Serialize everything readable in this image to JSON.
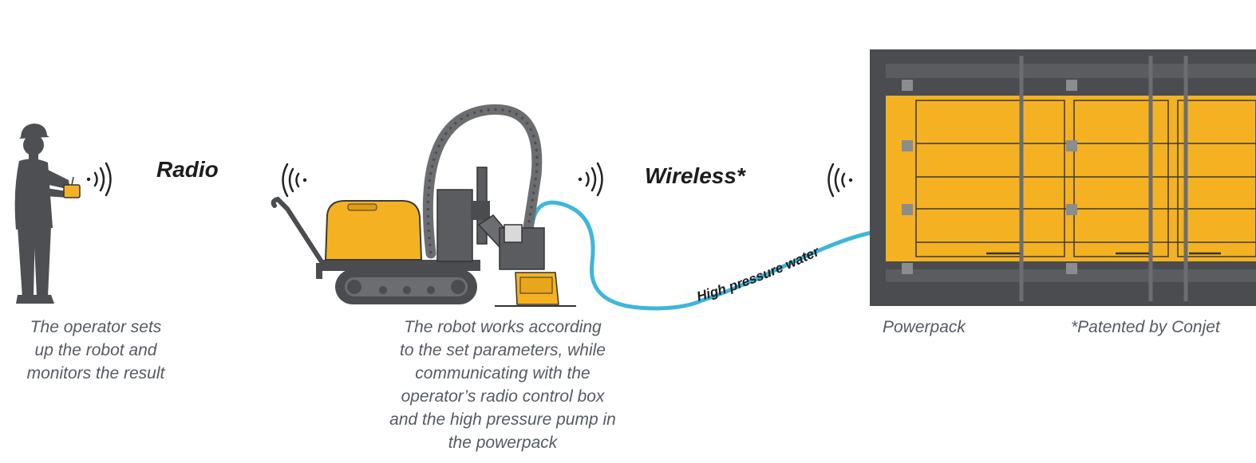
{
  "labels": {
    "radio": "Radio",
    "wireless": "Wireless*",
    "hose": "High pressure water"
  },
  "captions": {
    "operator": [
      "The operator sets",
      "up the robot and",
      "monitors the result"
    ],
    "robot": [
      "The robot works according",
      "to the set parameters, while",
      "communicating with the",
      "operator’s radio control box",
      "and the high pressure pump in",
      "the powerpack"
    ],
    "powerpack": "Powerpack",
    "patent": "*Patented by Conjet"
  },
  "colors": {
    "machine_yellow": "#f4b223",
    "dark_gray": "#4a4c4f",
    "mid_gray": "#6b6d70",
    "hose_blue": "#3fb6d9",
    "text_gray": "#555a63",
    "label_black": "#1c1c1c"
  },
  "icons": [
    "operator-silhouette",
    "radio-control-box",
    "wireless-signal-icon",
    "demolition-robot",
    "powerpack-container",
    "water-hose"
  ]
}
